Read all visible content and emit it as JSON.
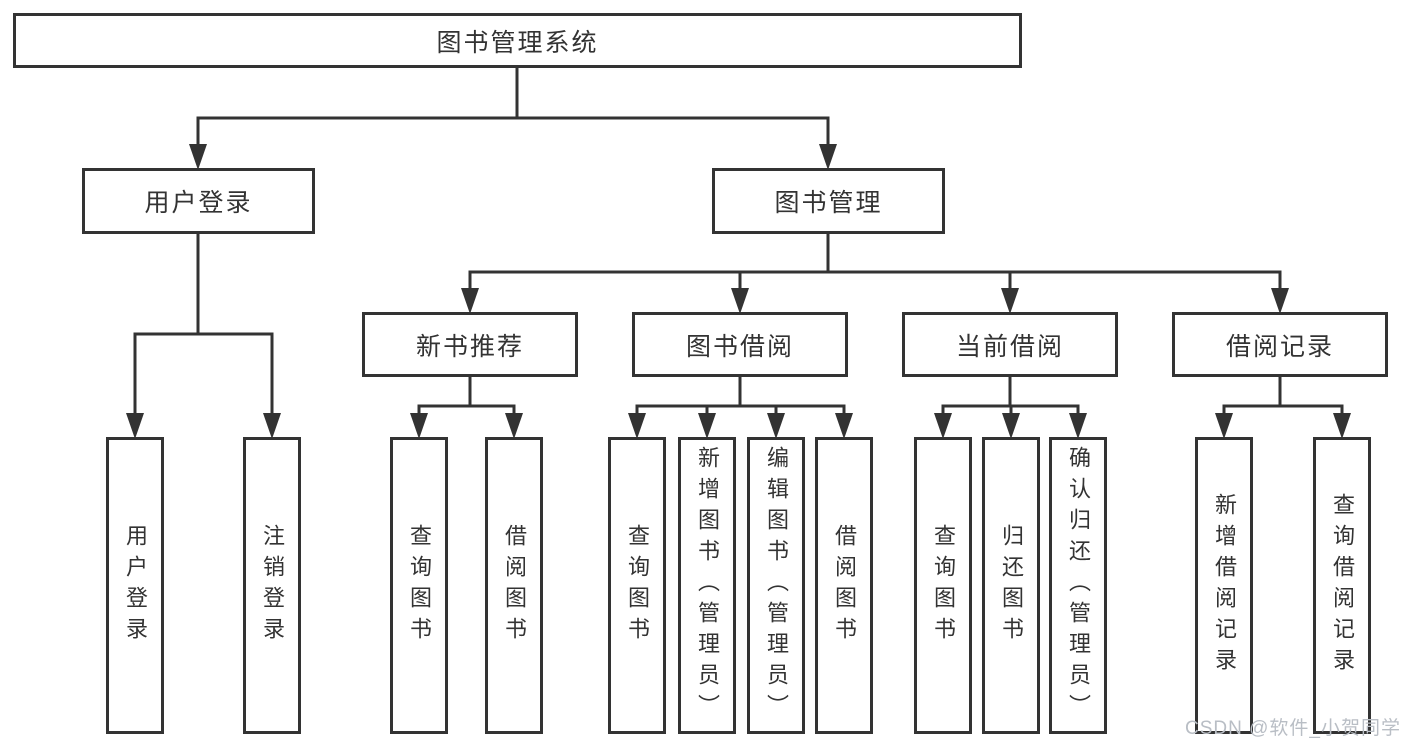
{
  "diagram": {
    "root": {
      "label": "图书管理系统"
    },
    "level2": [
      {
        "label": "用户登录",
        "children": [
          {
            "label": "用户登录"
          },
          {
            "label": "注销登录"
          }
        ]
      },
      {
        "label": "图书管理",
        "sections": [
          {
            "label": "新书推荐",
            "children": [
              {
                "label": "查询图书"
              },
              {
                "label": "借阅图书"
              }
            ]
          },
          {
            "label": "图书借阅",
            "children": [
              {
                "label": "查询图书"
              },
              {
                "label": "新增图书（管理员）"
              },
              {
                "label": "编辑图书（管理员）"
              },
              {
                "label": "借阅图书"
              }
            ]
          },
          {
            "label": "当前借阅",
            "children": [
              {
                "label": "查询图书"
              },
              {
                "label": "归还图书"
              },
              {
                "label": "确认归还（管理员）"
              }
            ]
          },
          {
            "label": "借阅记录",
            "children": [
              {
                "label": "新增借阅记录"
              },
              {
                "label": "查询借阅记录"
              }
            ]
          }
        ]
      }
    ]
  },
  "watermark": {
    "text": "CSDN @软件_小贺同学",
    "color": "#b9bec5"
  },
  "colors": {
    "line": "#333333",
    "text": "#333333",
    "background": "#ffffff"
  }
}
